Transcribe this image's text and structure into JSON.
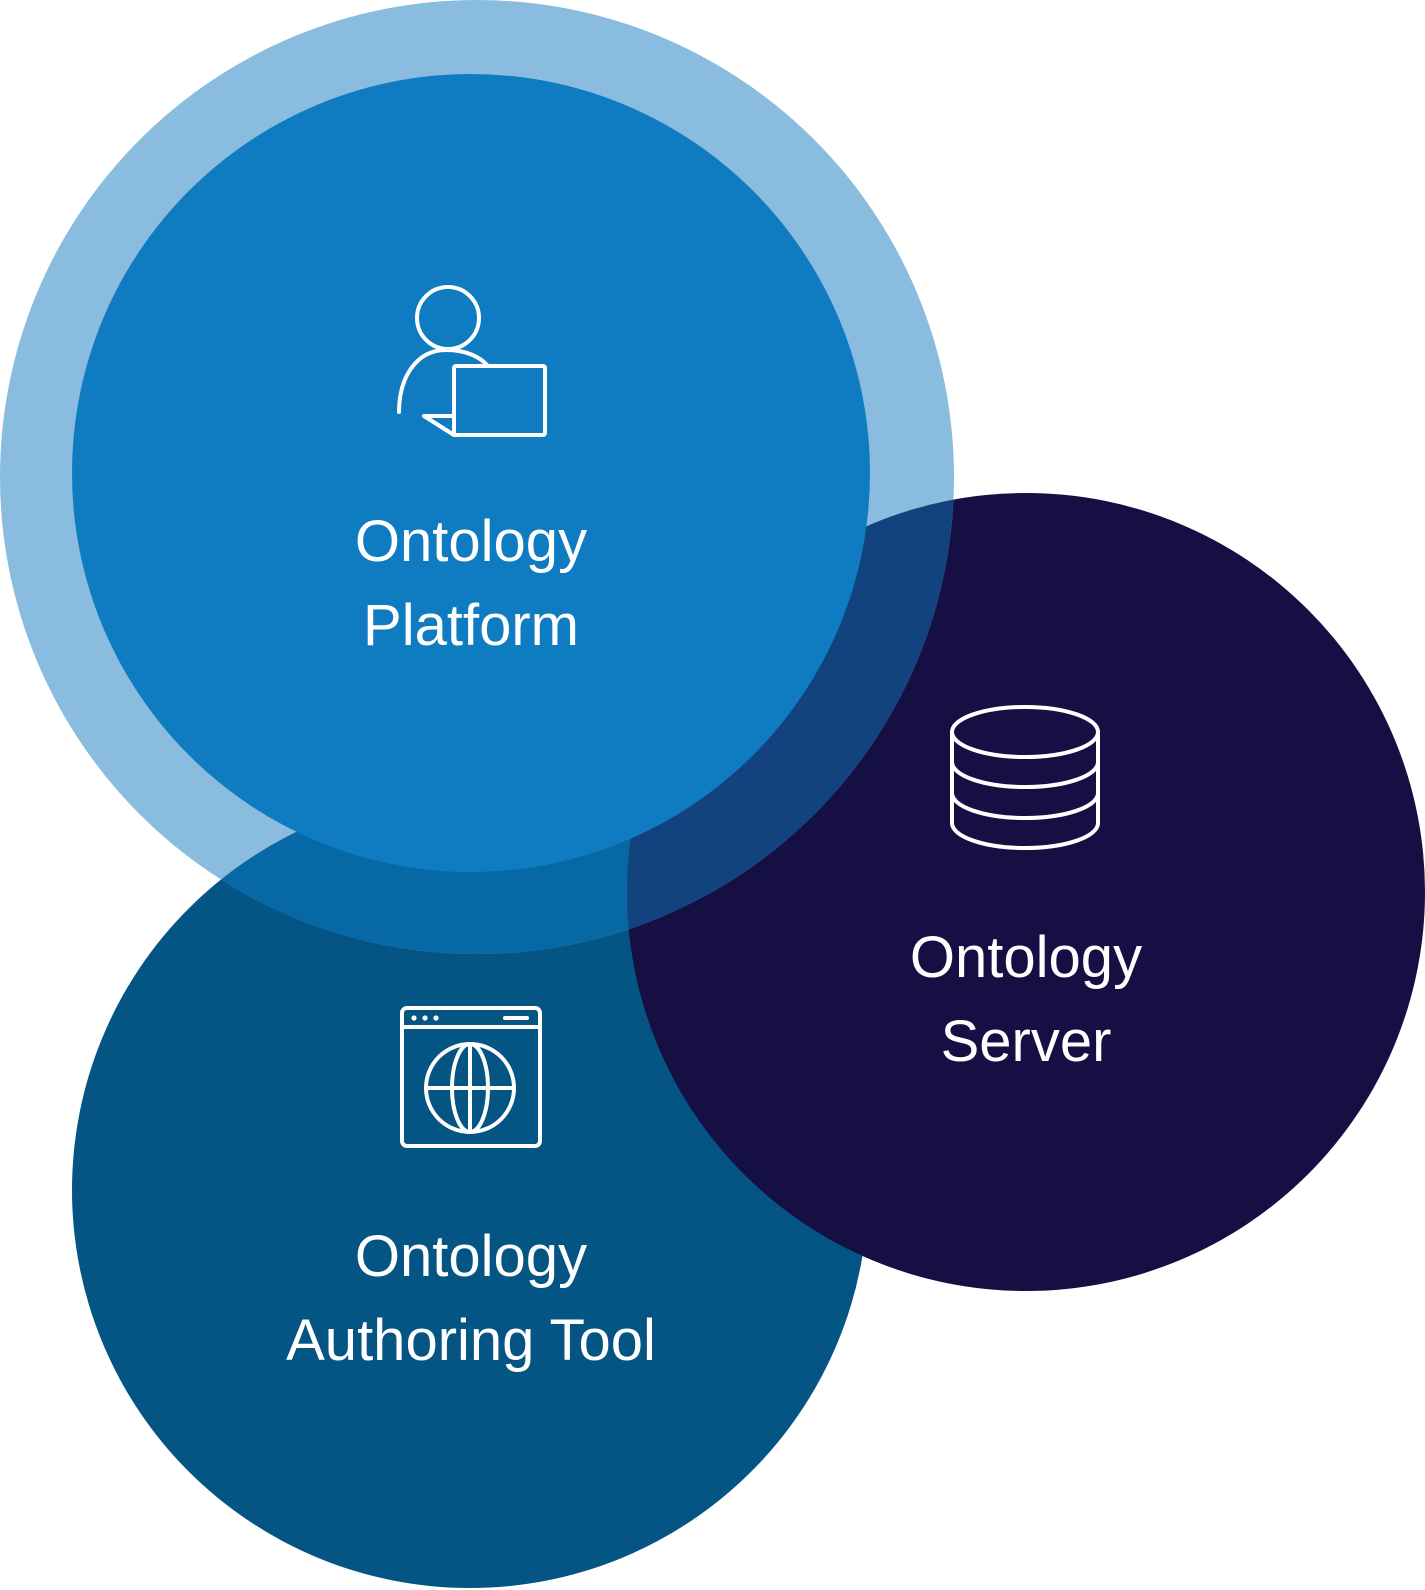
{
  "colors": {
    "platform_outer": "#89bcdf",
    "platform_inner": "#0f7cc1",
    "server": "#160f44",
    "authoring": "#045484",
    "overlap_platform_authoring": "#0669a6",
    "overlap_platform_server": "#13437f",
    "icon": "#ffffff",
    "label": "#ffffff"
  },
  "nodes": [
    {
      "id": "platform",
      "icon": "person-laptop-icon",
      "line1": "Ontology",
      "line2": "Platform"
    },
    {
      "id": "server",
      "icon": "database-icon",
      "line1": "Ontology",
      "line2": "Server"
    },
    {
      "id": "authoring",
      "icon": "browser-globe-icon",
      "line1": "Ontology",
      "line2": "Authoring Tool"
    }
  ]
}
